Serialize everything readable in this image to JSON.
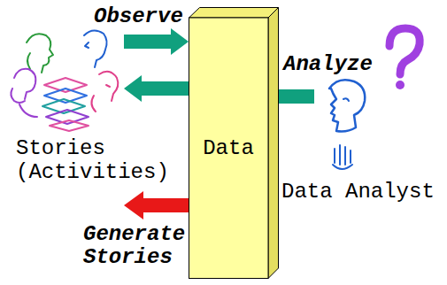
{
  "diagram": {
    "nodes": [
      {
        "text": [
          "Stories (Activities)"
        ]
      },
      {
        "text": [
          "Data"
        ]
      },
      {
        "text": [
          "Data Analyst"
        ]
      }
    ],
    "edges": [
      {
        "from": 0,
        "to": 1,
        "arrow": "to",
        "label": "Observe"
      },
      {
        "from": 1,
        "to": 0,
        "arrow": "to"
      },
      {
        "from": 2,
        "to": 1,
        "arrow": "none",
        "label": "Analyze"
      }
    ],
    "labels": [
      "Generate Stories"
    ]
  }
}
